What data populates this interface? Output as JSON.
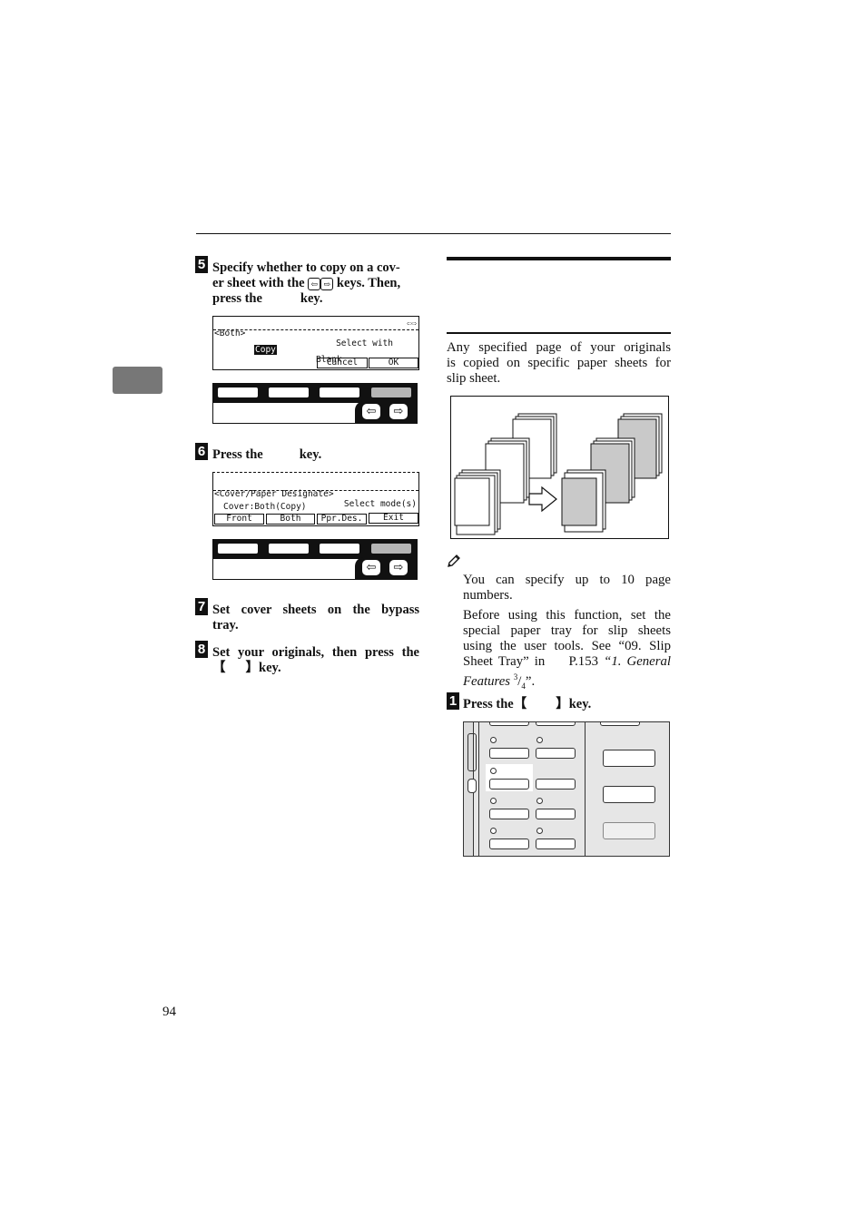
{
  "page_number": "94",
  "steps": {
    "s5": {
      "num": "5",
      "line1": "Specify whether to copy on a cov-",
      "line2_a": "er sheet with the",
      "line2_b": "keys. Then,",
      "line3_a": "press the",
      "line3_b": "key."
    },
    "s6": {
      "num": "6",
      "a": "Press the",
      "b": "key."
    },
    "s7": {
      "num": "7",
      "line1": "Set cover sheets on the bypass",
      "line2": "tray."
    },
    "s8": {
      "num": "8",
      "line1": "Set your originals, then press the",
      "line2_a": "【",
      "line2_b": "】key."
    },
    "s1": {
      "num": "1",
      "a": "Press the【",
      "b": "】key."
    }
  },
  "screen1": {
    "header_left": "<Both>",
    "header_right": "Select with",
    "option_selected": "Copy",
    "option_other": "Blank",
    "btn_cancel": "Cancel",
    "btn_ok": "OK"
  },
  "screen2": {
    "header_left": "<Cover/Paper Designate>",
    "header_right": "Select mode(s)",
    "line2": "Cover:Both(Copy)",
    "btn_front": "Front",
    "btn_both": "Both",
    "btn_pprdes": "Ppr.Des.",
    "btn_exit": "Exit"
  },
  "right": {
    "intro_1": "Any specified page of your originals",
    "intro_2": "is copied on specific paper sheets for",
    "intro_3": "slip sheet.",
    "note1_1": "You can specify up to 10 page",
    "note1_2": "numbers.",
    "note2_1": "Before using this function, set the",
    "note2_2": "special paper tray for slip sheets",
    "note2_3": "using the user tools. See “09. Slip",
    "note2_4a": "Sheet Tray” in",
    "note2_4b": "P.153",
    "note2_4c": "“1. General",
    "note2_5a": "Features",
    "note2_sup": "3",
    "note2_sub": "4",
    "note2_5b": "”."
  },
  "icons": [
    "pencil-note-icon",
    "arrow-left-icon",
    "arrow-right-icon"
  ]
}
